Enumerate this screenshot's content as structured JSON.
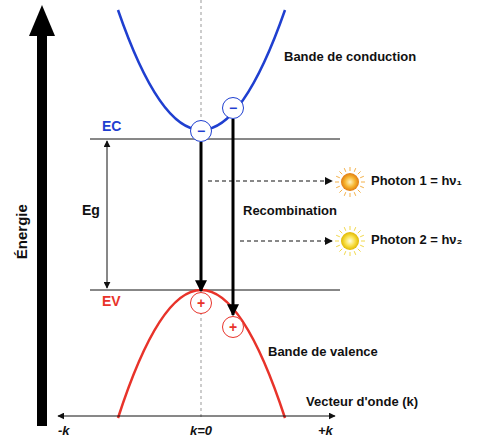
{
  "diagram": {
    "nodes": [
      {
        "text": [
          "−"
        ]
      },
      {
        "text": [
          "−"
        ]
      },
      {
        "text": [
          "+"
        ]
      },
      {
        "text": [
          "+"
        ]
      }
    ],
    "edges": [
      {
        "from": 0,
        "to": 2,
        "arrow": "to"
      },
      {
        "from": 1,
        "to": 3,
        "arrow": "to"
      }
    ],
    "labels": [
      "Bande de conduction",
      "EC",
      "Eg",
      "EV",
      "Recombination",
      "Photon 1 = hν₁",
      "Photon 2 = hν₂",
      "Bande de valence",
      "Énergie",
      "Vecteur d'onde (k)",
      "-k",
      "k=0",
      "+k"
    ]
  }
}
